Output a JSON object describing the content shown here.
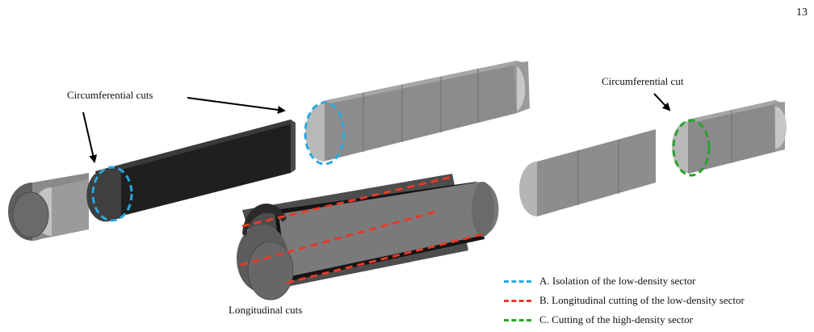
{
  "page_number": "13",
  "labels": {
    "circumferential_cuts": "Circumferential cuts",
    "circumferential_cut": "Circumferential cut",
    "longitudinal_cuts": "Longitudinal cuts"
  },
  "legend": [
    {
      "text": "A. Isolation of the low-density sector",
      "color": "#29a8e0"
    },
    {
      "text": "B. Longitudinal cutting of the low-density sector",
      "color": "#e53a27"
    },
    {
      "text": "C. Cutting of the high-density sector",
      "color": "#27a22c"
    }
  ],
  "colors": {
    "body_gray": "#7d7d7d",
    "light_gray": "#b3b3b3",
    "dark_gray": "#5a5a5a",
    "black_panel": "#262626"
  }
}
